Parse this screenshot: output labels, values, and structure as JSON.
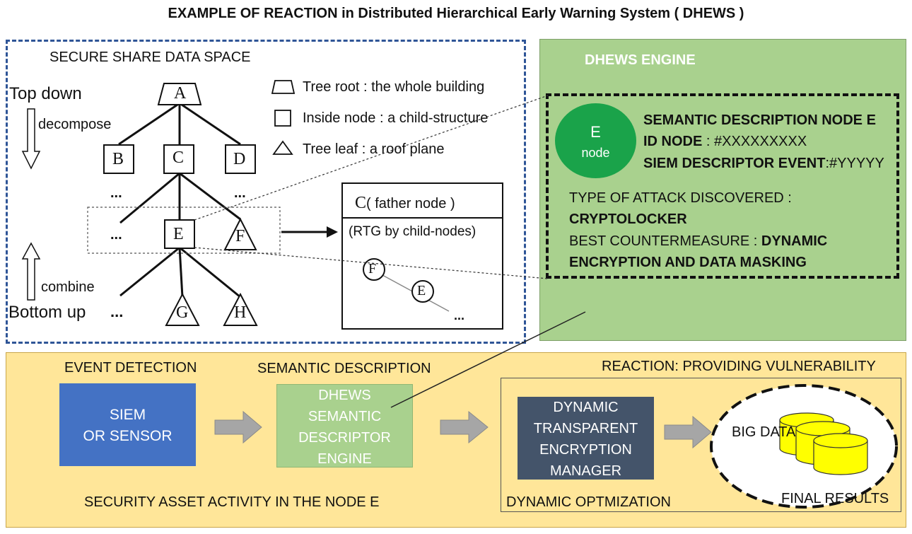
{
  "title": "EXAMPLE OF REACTION in Distributed Hierarchical Early Warning System ( DHEWS  )",
  "secure_space": {
    "label": "SECURE SHARE DATA SPACE",
    "top_down": "Top down",
    "decompose": "decompose",
    "combine": "combine",
    "bottom_up": "Bottom up",
    "bottom_up_dots": "...",
    "nodes": {
      "a": "A",
      "b": "B",
      "c": "C",
      "d": "D",
      "e": "E",
      "f": "F",
      "g": "G",
      "h": "H"
    },
    "dots": "...",
    "legend": {
      "root": "Tree root : the whole building",
      "inside": "Inside node : a child-structure",
      "leaf": "Tree leaf : a roof plane"
    },
    "father_box": {
      "title_c": "C",
      "title_rest": "( father node )",
      "subtitle": "(RTG by child-nodes)",
      "node_f": "F",
      "node_e": "E",
      "dots": "..."
    }
  },
  "engine": {
    "label": "DHEWS ENGINE",
    "circle_l1": "E",
    "circle_l2": "node",
    "semantic_desc": "SEMANTIC DESCRIPTION NODE E",
    "id_label": "ID NODE",
    "id_value": " : #XXXXXXXXX",
    "siem_label": "SIEM DESCRIPTOR EVENT",
    "siem_value": ":#YYYYY",
    "attack_label": "TYPE OF ATTACK DISCOVERED :",
    "attack_value": "CRYPTOLOCKER",
    "counter_label": "BEST COUNTERMEASURE : ",
    "counter_value_1": "DYNAMIC",
    "counter_value_2": "ENCRYPTION AND DATA MASKING"
  },
  "bottom": {
    "event_detection": "EVENT DETECTION",
    "semantic_description": "SEMANTIC DESCRIPTION",
    "reaction": "REACTION: PROVIDING VULNERABILITY",
    "siem_l1": "SIEM",
    "siem_l2": "OR SENSOR",
    "dhews_l1": "DHEWS",
    "dhews_l2": "SEMANTIC",
    "dhews_l3": "DESCRIPTOR",
    "dhews_l4": "ENGINE",
    "dtem_l1": "DYNAMIC",
    "dtem_l2": "TRANSPARENT",
    "dtem_l3": "ENCRYPTION",
    "dtem_l4": "MANAGER",
    "big_data": "BIG DATA",
    "final_results": "FINAL RESULTS",
    "security_asset": "SECURITY ASSET ACTIVITY IN THE NODE E",
    "dynamic_opt": "DYNAMIC OPTMIZATION"
  },
  "colors": {
    "engine_green": "#a9d18e",
    "node_green": "#1aa34a",
    "siem_blue": "#4472c4",
    "manager_slate": "#44546a",
    "panel_yellow": "#ffe699",
    "cylinder_yellow": "#ffff00",
    "dash_blue": "#2f5597",
    "arrow_gray": "#a6a6a6"
  }
}
